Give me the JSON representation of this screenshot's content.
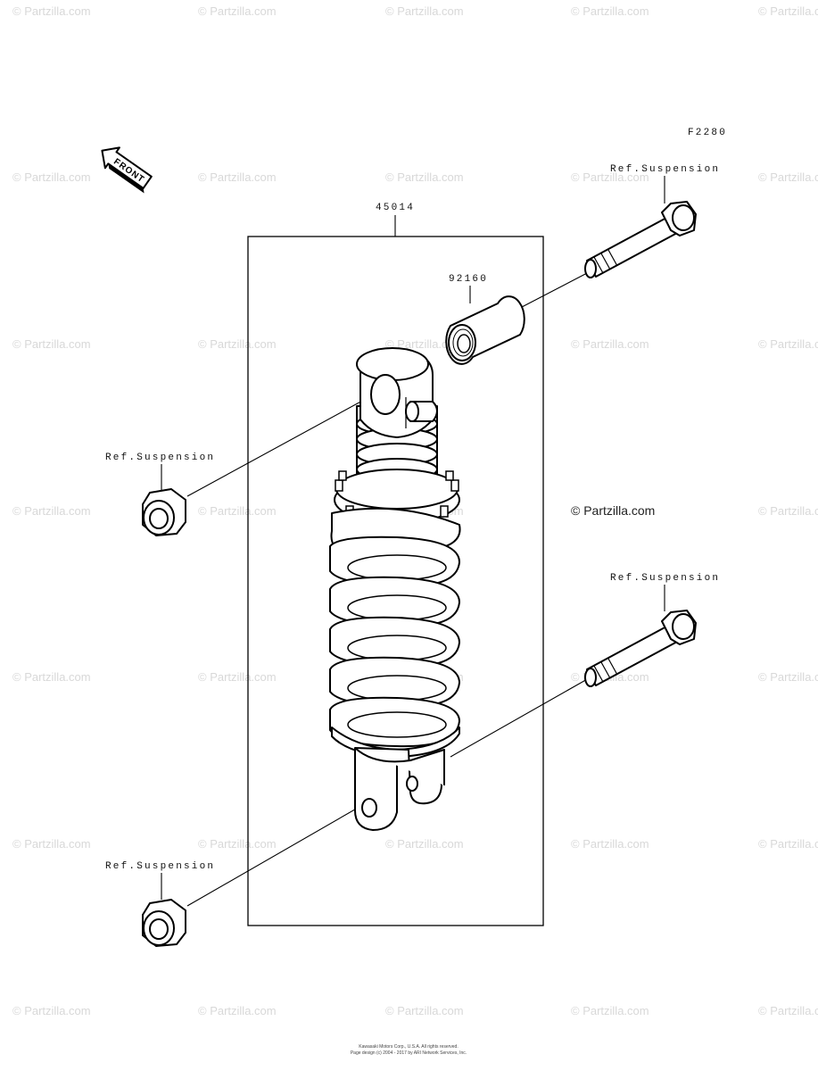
{
  "figure_code": "F2280",
  "front_label": "FRONT",
  "watermark": "© Partzilla.com",
  "callouts": {
    "assembly": "45014",
    "bushing": "92160",
    "ref_top_bolt": "Ref.Suspension",
    "ref_upper_nut": "Ref.Suspension",
    "ref_lower_bolt": "Ref.Suspension",
    "ref_lower_nut": "Ref.Suspension"
  },
  "copyright_line_1": "Kawasaki Motors Corp., U.S.A. All rights reserved.",
  "copyright_line_2": "Page design (c) 2004 - 2017 by ARI Network Services, Inc."
}
